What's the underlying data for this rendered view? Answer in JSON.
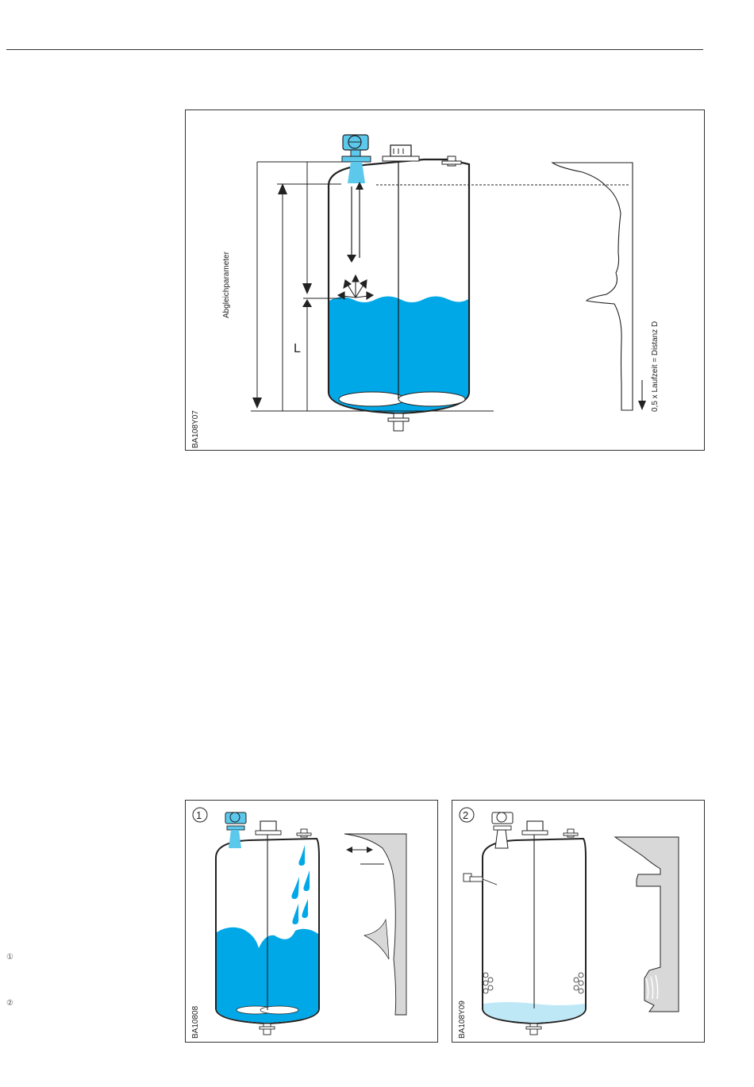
{
  "main_figure": {
    "code": "BA108Y07",
    "left_label": "Abgleichparameter",
    "level_label": "L",
    "axis_label": "0,5 x Laufzeit = Distanz D"
  },
  "figure_1": {
    "marker": "①",
    "code": "BA10808"
  },
  "figure_2": {
    "marker": "②",
    "code": "BA108Y09"
  },
  "side_markers": [
    "①",
    "②"
  ],
  "colors": {
    "liquid": "#00a8e8",
    "liquid_light": "#bfe8f7",
    "device": "#5bc8ec",
    "outline": "#222222",
    "echo_fill": "#d8d8d8"
  }
}
